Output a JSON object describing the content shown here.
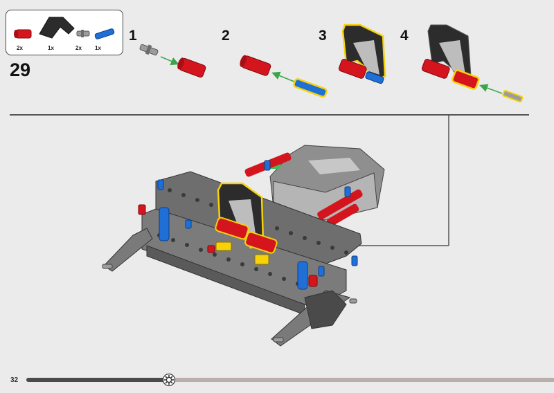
{
  "parts_list": {
    "items": [
      {
        "icon": "red-axle-connector-icon",
        "qty": "2x"
      },
      {
        "icon": "black-panel-icon",
        "qty": "1x"
      },
      {
        "icon": "gray-pin-icon",
        "qty": "2x"
      },
      {
        "icon": "blue-axle-pin-icon",
        "qty": "1x"
      }
    ]
  },
  "step_number": "29",
  "substeps": [
    "1",
    "2",
    "3",
    "4"
  ],
  "page_number": "32",
  "progress": 0.27,
  "colors": {
    "red": "#d4151d",
    "blue": "#1f6fd6",
    "black": "#2c2c2c",
    "gray": "#9c9c9c",
    "yellow_highlight": "#f5d20a",
    "green_arrow": "#3aa64a",
    "progress_track": "#b8aeab",
    "progress_fill": "#4a4a4a"
  }
}
